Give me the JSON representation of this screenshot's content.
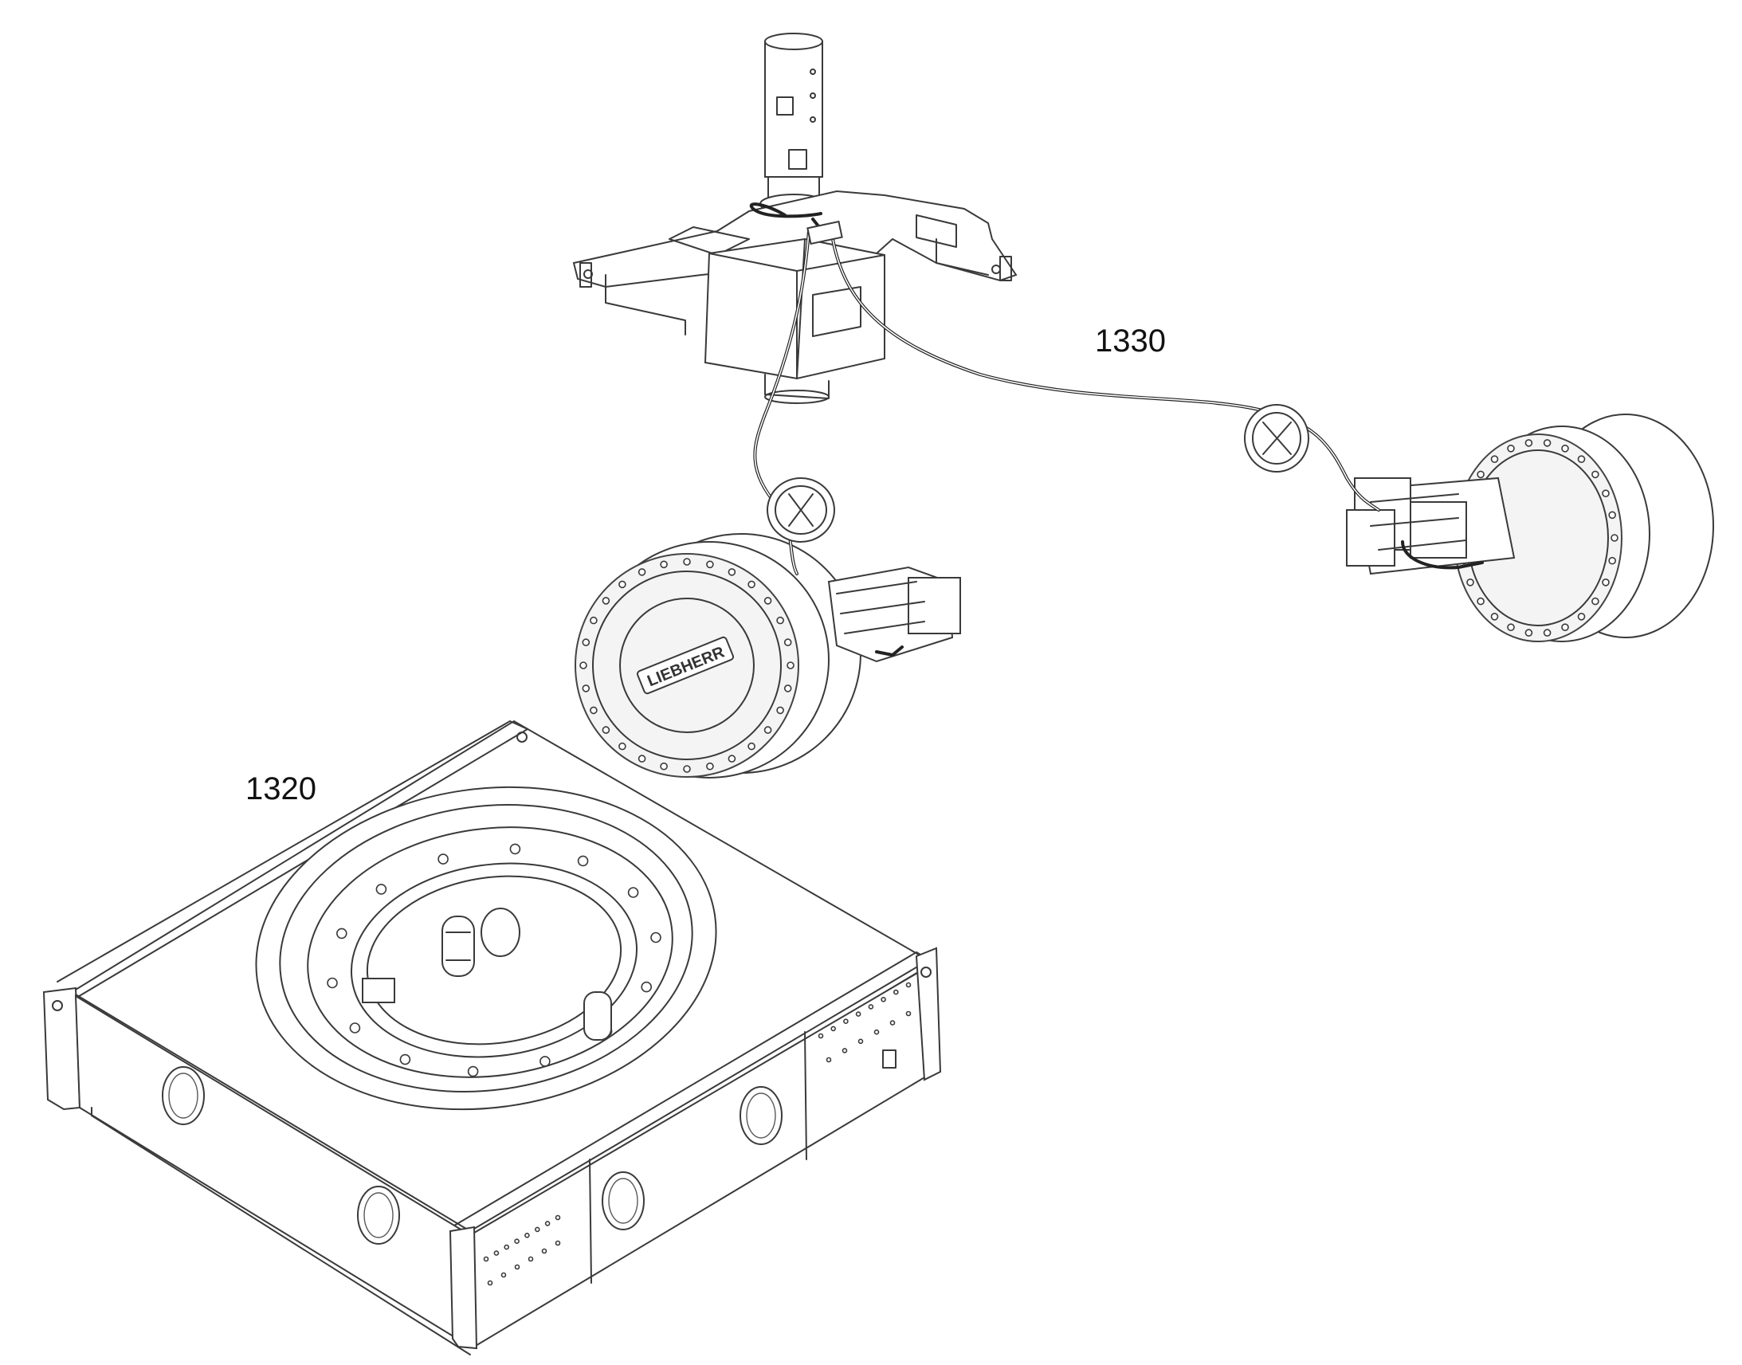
{
  "callouts": {
    "hose_assembly": "1330",
    "frame_assembly": "1320"
  },
  "parts": {
    "motor_housing_text": "LIEBHERR"
  },
  "colors": {
    "line": "#3a3a3a",
    "hose": "#222222",
    "background": "#ffffff"
  }
}
